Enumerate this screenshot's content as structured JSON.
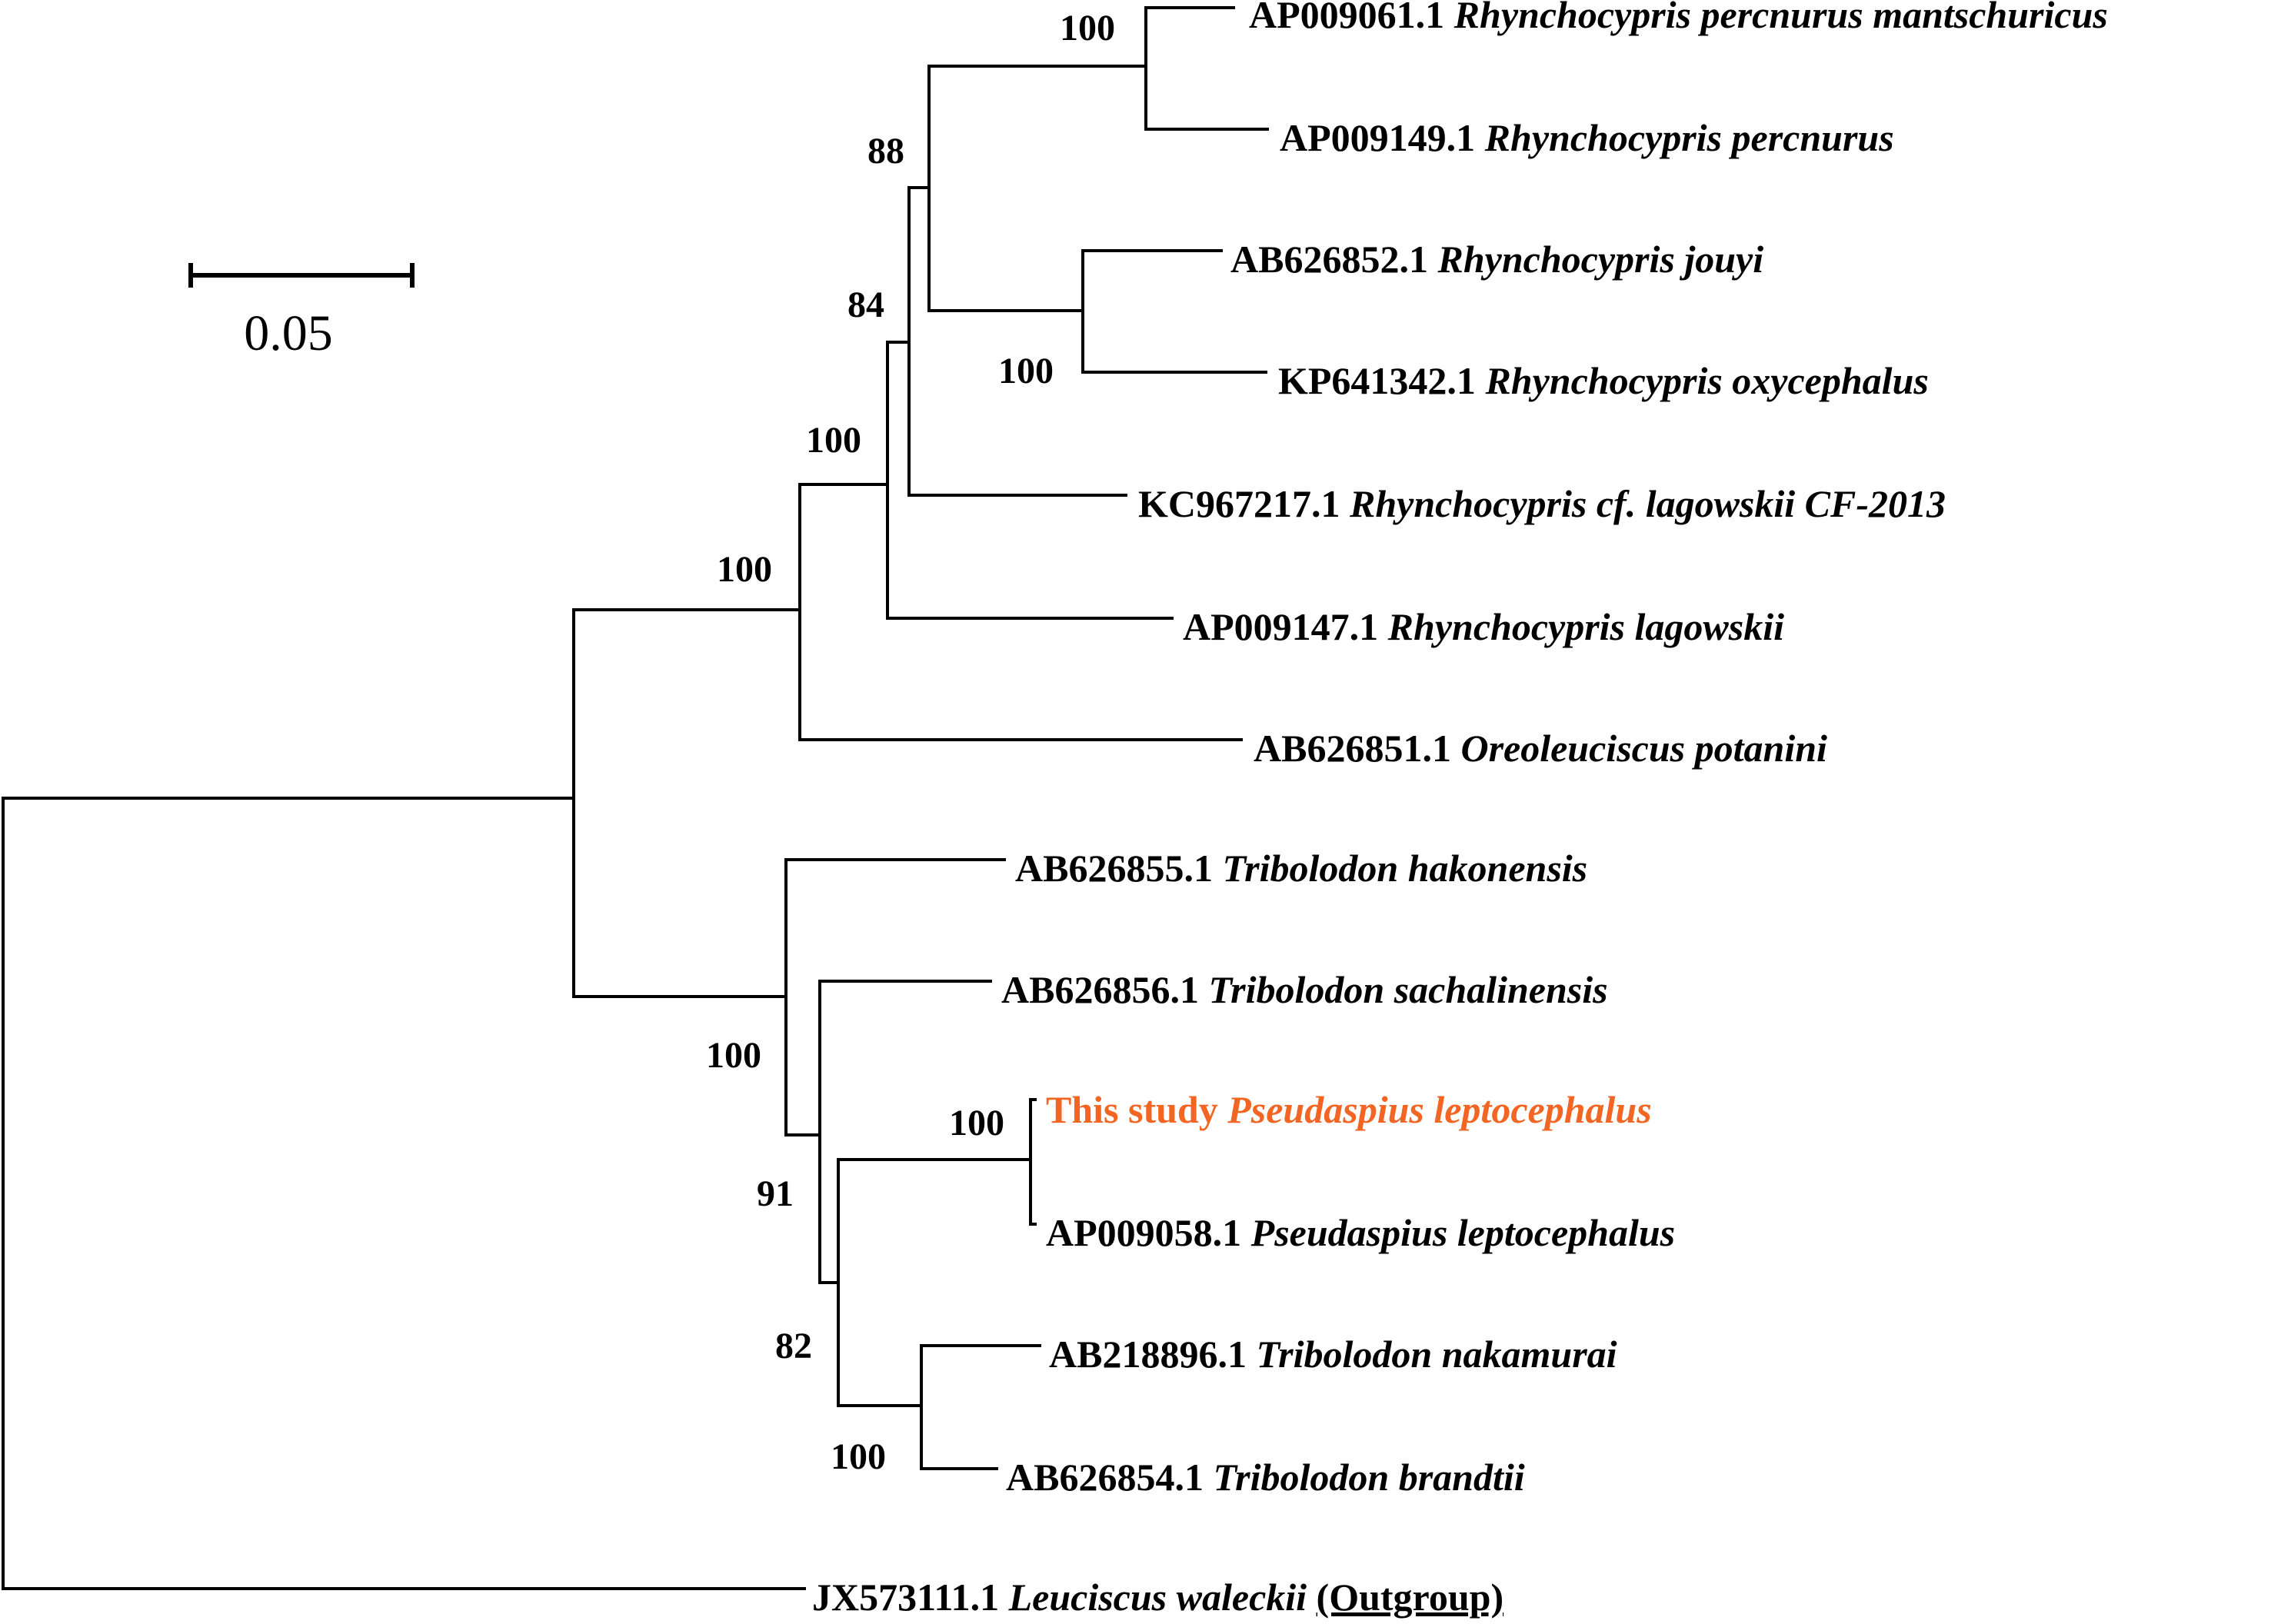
{
  "colors": {
    "line": "#000000",
    "text": "#000000",
    "highlight": "#F26522"
  },
  "scale_bar": {
    "label": "0.05"
  },
  "taxa": [
    {
      "id": "t1",
      "accession": "AP009061.1",
      "species": "Rhynchocypris percnurus mantschuricus",
      "highlight": false
    },
    {
      "id": "t2",
      "accession": "AP009149.1",
      "species": "Rhynchocypris percnurus",
      "highlight": false
    },
    {
      "id": "t3",
      "accession": "AB626852.1",
      "species": "Rhynchocypris jouyi",
      "highlight": false
    },
    {
      "id": "t4",
      "accession": "KP641342.1",
      "species": "Rhynchocypris oxycephalus",
      "highlight": false
    },
    {
      "id": "t5",
      "accession": "KC967217.1",
      "species": "Rhynchocypris cf. lagowskii CF-2013",
      "highlight": false
    },
    {
      "id": "t6",
      "accession": "AP009147.1",
      "species": "Rhynchocypris lagowskii",
      "highlight": false
    },
    {
      "id": "t7",
      "accession": "AB626851.1",
      "species": "Oreoleuciscus potanini",
      "highlight": false
    },
    {
      "id": "t8",
      "accession": "AB626855.1",
      "species": "Tribolodon hakonensis",
      "highlight": false
    },
    {
      "id": "t9",
      "accession": "AB626856.1",
      "species": "Tribolodon sachalinensis",
      "highlight": false
    },
    {
      "id": "t10",
      "accession": "This study",
      "species": "Pseudaspius leptocephalus",
      "highlight": true
    },
    {
      "id": "t11",
      "accession": "AP009058.1",
      "species": "Pseudaspius leptocephalus",
      "highlight": false
    },
    {
      "id": "t12",
      "accession": "AB218896.1",
      "species": "Tribolodon nakamurai",
      "highlight": false
    },
    {
      "id": "t13",
      "accession": "AB626854.1",
      "species": "Tribolodon brandtii",
      "highlight": false
    },
    {
      "id": "t14",
      "accession": "JX573111.1",
      "species": "Leuciscus waleckii",
      "suffix": "(Outgroup)",
      "highlight": false
    }
  ],
  "bootstrap": [
    {
      "node": "n_perc",
      "value": "100"
    },
    {
      "node": "n_rhy4",
      "value": "88"
    },
    {
      "node": "n_rhy5",
      "value": "84"
    },
    {
      "node": "n_rhy6",
      "value": "100"
    },
    {
      "node": "n_rhy7",
      "value": "100"
    },
    {
      "node": "n_jouyi",
      "value": "100"
    },
    {
      "node": "n_trib_all",
      "value": "100"
    },
    {
      "node": "n_trib3",
      "value": "91"
    },
    {
      "node": "n_pseu",
      "value": "100"
    },
    {
      "node": "n_trib2",
      "value": "82"
    },
    {
      "node": "n_nak",
      "value": "100"
    }
  ]
}
